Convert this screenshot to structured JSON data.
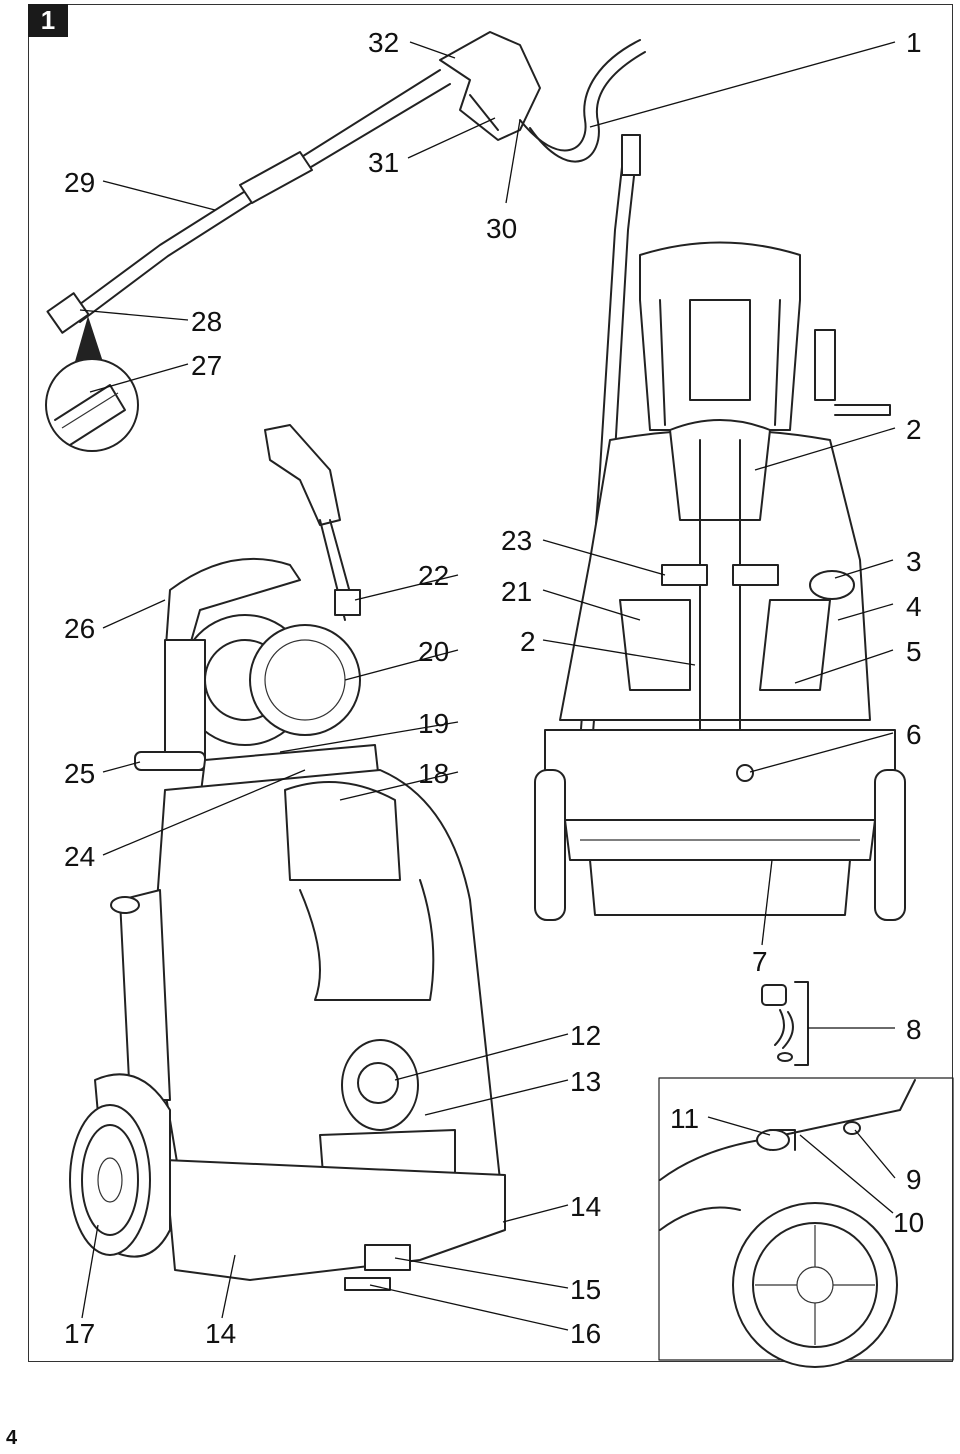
{
  "figure_number": "1",
  "page_number": "4",
  "callouts": [
    "1",
    "2",
    "2",
    "3",
    "4",
    "5",
    "6",
    "7",
    "8",
    "9",
    "10",
    "11",
    "12",
    "13",
    "14",
    "14",
    "15",
    "16",
    "17",
    "18",
    "19",
    "20",
    "21",
    "22",
    "23",
    "24",
    "25",
    "26",
    "27",
    "28",
    "29",
    "30",
    "31",
    "32"
  ]
}
